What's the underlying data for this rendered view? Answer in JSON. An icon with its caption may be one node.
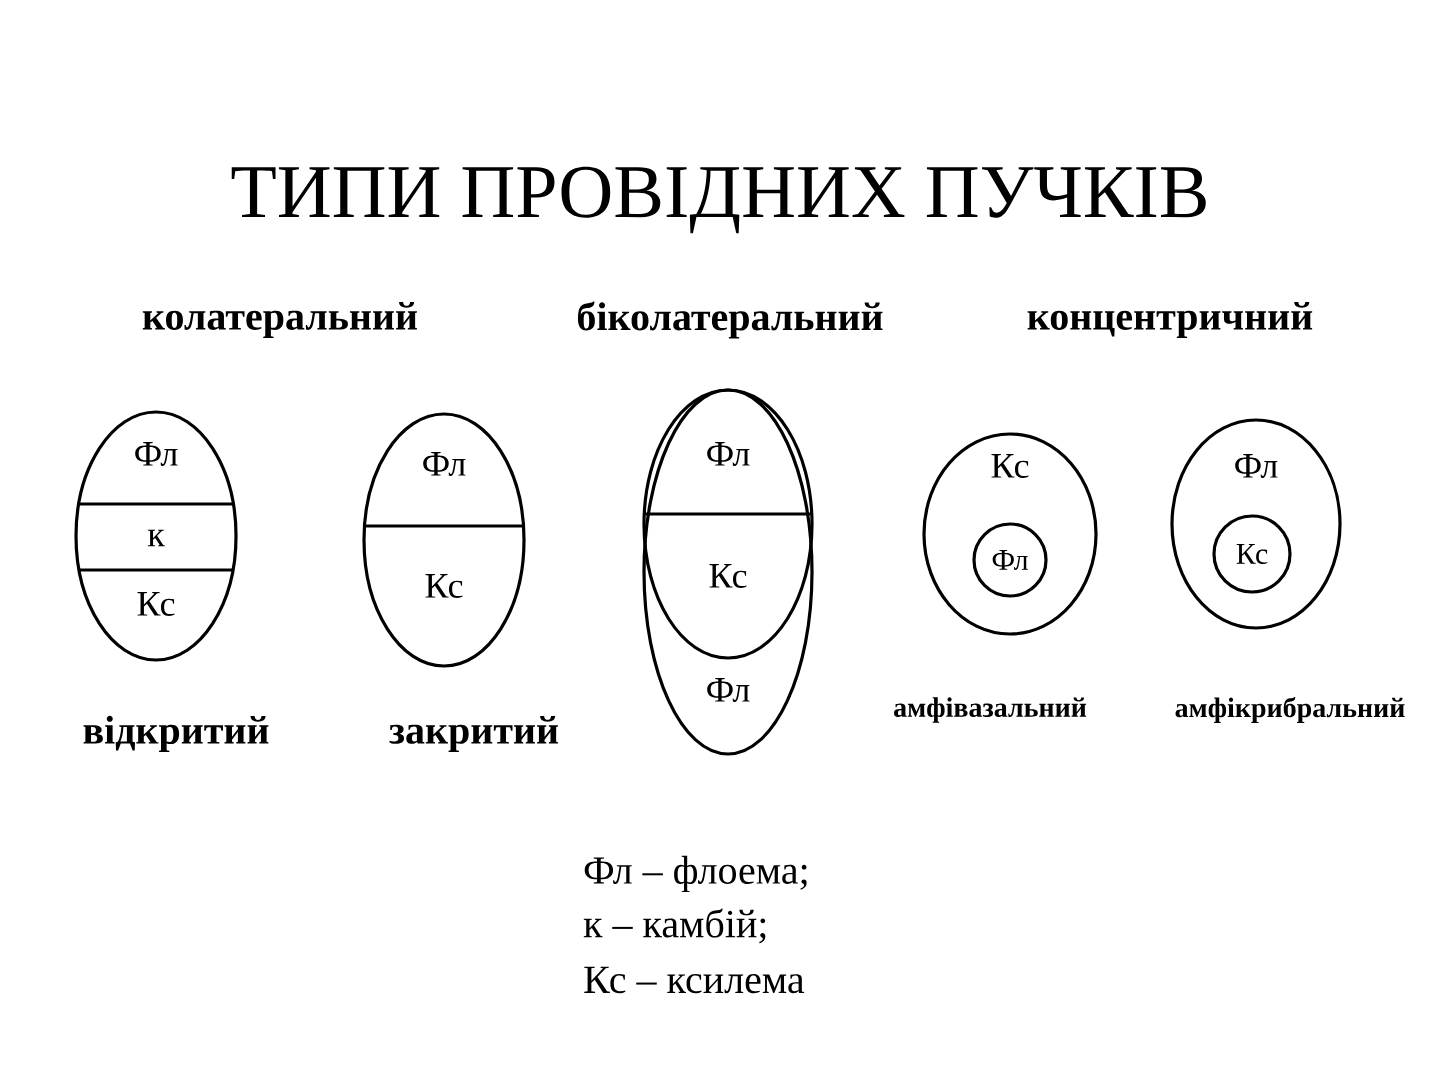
{
  "diagram": {
    "title": "ТИПИ ПРОВІДНИХ ПУЧКІВ",
    "nodes": [
      {
        "text": [
          "Фл",
          "к",
          "Кс"
        ],
        "beside": [
          "відкритий"
        ]
      },
      {
        "text": [
          "Фл",
          "Кс"
        ],
        "beside": [
          "закритий"
        ]
      },
      {
        "text": [
          "Фл",
          "Кс",
          "Фл"
        ]
      },
      {
        "text": [
          "Кс"
        ],
        "beside": [
          "амфівазальний"
        ]
      },
      {
        "text": [
          "Фл"
        ],
        "in": 3
      },
      {
        "text": [
          "Фл"
        ],
        "beside": [
          "амфікрибральний"
        ]
      },
      {
        "text": [
          "Кс"
        ],
        "in": 5
      }
    ],
    "labels": [
      "колатеральний",
      "біколатеральний",
      "концентричний",
      "Фл – флоема;",
      "к – камбій;",
      "Кс – ксилема"
    ]
  }
}
